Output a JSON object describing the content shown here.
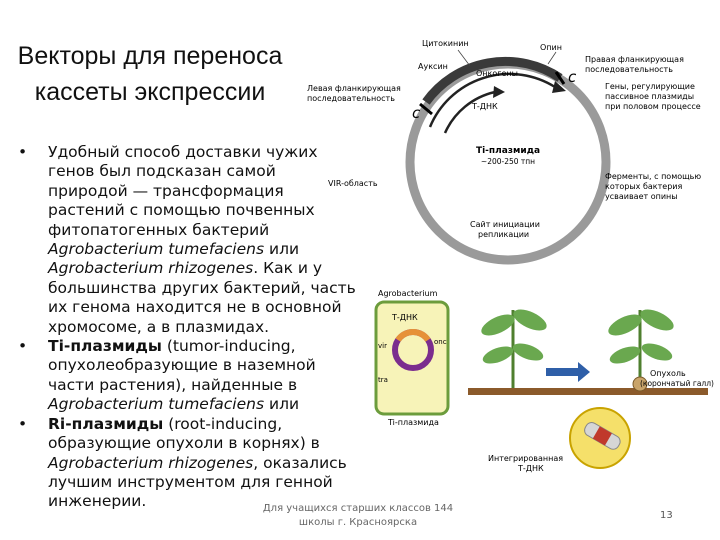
{
  "slide": {
    "title_line1": "Векторы для переноса",
    "title_line2": "кассеты экспрессии",
    "bullet1": {
      "lines": [
        "Удобный способ доставки чужих",
        "генов был подсказан самой",
        "природой — трансформация",
        "растений с помощью почвенных",
        "фитопатогенных бактерий"
      ],
      "species1": "Agrobacterium tumefaciens",
      "or1": " или",
      "species2": "Agrobacterium  rhizogenes",
      "after_species2": ".  Как и у",
      "lines_after": [
        "большинства других бактерий, часть",
        "их генома находится не в основной",
        "хромосоме, а в плазмидах."
      ]
    },
    "bullet2": {
      "term": "Ti-плазмиды",
      "rest1": " (tumor-inducing,",
      "lines": [
        "опухолеобразующие в наземной",
        "части растения), найденные в"
      ],
      "species": "Agrobacterium  tumefaciens",
      "tail": " или"
    },
    "bullet3": {
      "term": "Ri-плазмиды",
      "rest1": " (root-inducing,",
      "line2": "образующие опухоли в корнях) в",
      "species": "Agrobacterium rhizogenes",
      "after_species": ", оказались",
      "line4": "лучшим инструментом для генной",
      "line5": "инженерии."
    },
    "footer_line1": "Для учащихся старших классов 144",
    "footer_line2": "школы г. Красноярска",
    "page_number": "13"
  },
  "plasmid": {
    "cytokinin": "Цитокинин",
    "opin": "Опин",
    "auxin": "Ауксин",
    "oncogenes": "Онкогены",
    "right_flank_1": "Правая фланкирующая",
    "right_flank_2": "последовательность",
    "left_flank_1": "Левая фланкирующая",
    "left_flank_2": "последовательность",
    "tdna": "Т-ДНК",
    "genes_reg_1": "Гены, регулирующие",
    "genes_reg_2": "пассивное плазмиды",
    "genes_reg_3": "при половом процессе",
    "ti_name": "Ti-плазмида",
    "ti_size": "~200-250 тпн",
    "vir": "VIR-область",
    "enzymes_1": "Ферменты, с помощью",
    "enzymes_2": "которых бактерия",
    "enzymes_3": "усваивает опины",
    "ori_1": "Сайт инициации",
    "ori_2": "репликации",
    "colors": {
      "ring": "#9a9a9a",
      "ring_dark": "#3a3a3a"
    }
  },
  "infection": {
    "agrobacterium": "Agrobacterium",
    "tdna": "Т-ДНК",
    "vir": "vir",
    "onc": "onc",
    "tra": "tra",
    "ti_plasmid": "Ti-плазмида",
    "tumor_1": "Опухоль",
    "tumor_2": "(корончатый галл)",
    "integrated_1": "Интегрированная",
    "integrated_2": "Т-ДНК",
    "colors": {
      "cell_fill": "#f7f3b8",
      "cell_border": "#6c9c3c",
      "leaf": "#6aa84f",
      "soil": "#8b5a2b"
    }
  }
}
